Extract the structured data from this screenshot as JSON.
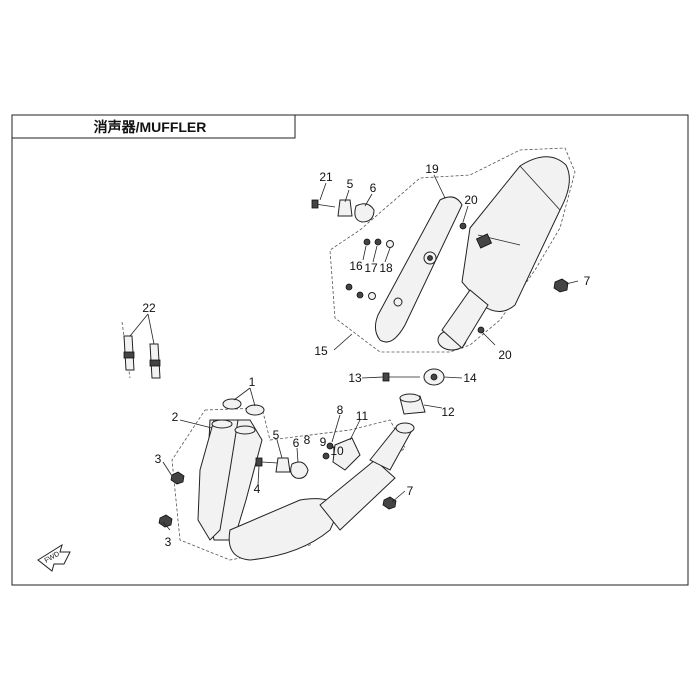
{
  "title": "消声器/MUFFLER",
  "callouts": {
    "c1": "1",
    "c2": "2",
    "c3a": "3",
    "c3b": "3",
    "c4": "4",
    "c5a": "5",
    "c5b": "5",
    "c6a": "6",
    "c6b": "6",
    "c7a": "7",
    "c7b": "7",
    "c8a": "8",
    "c8b": "8",
    "c9": "9",
    "c10": "10",
    "c11": "11",
    "c12": "12",
    "c13": "13",
    "c14": "14",
    "c15": "15",
    "c16": "16",
    "c17": "17",
    "c18": "18",
    "c19": "19",
    "c20a": "20",
    "c20b": "20",
    "c21": "21",
    "c22": "22"
  },
  "fwd_label": "FWD",
  "colors": {
    "line": "#222222",
    "fill": "#f2f2f2",
    "background": "#ffffff"
  }
}
